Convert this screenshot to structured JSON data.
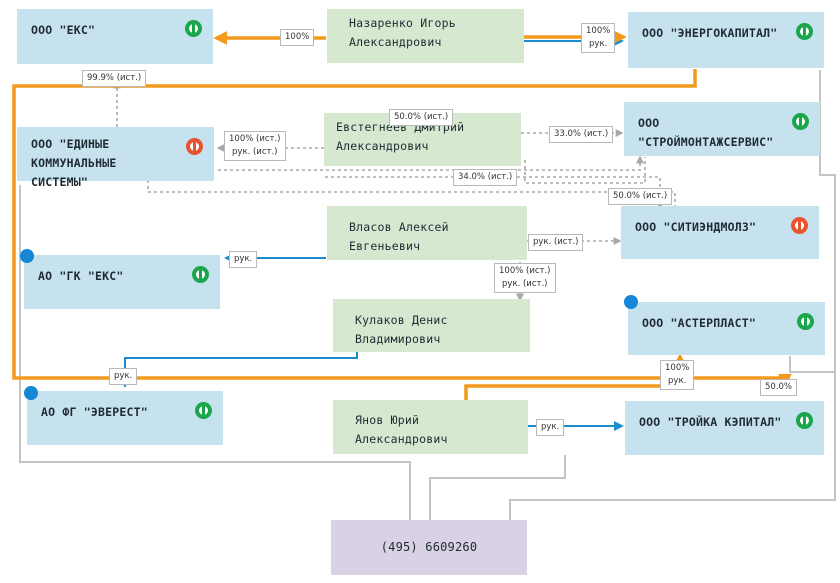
{
  "companies": {
    "eks": {
      "name": "ООО \"ЕКС\"",
      "status": "active"
    },
    "energokapital": {
      "name": "ООО \"ЭНЕРГОКАПИТАЛ\"",
      "status": "active"
    },
    "edinye": {
      "name": "ООО \"ЕДИНЫЕ КОММУНАЛЬНЫЕ СИСТЕМЫ\"",
      "status": "liquidated"
    },
    "stroymontazh": {
      "name": "ООО \"СТРОЙМОНТАЖСЕРВИС\"",
      "status": "active"
    },
    "sitiend": {
      "name": "ООО \"СИТИЭНДМОЛЗ\"",
      "status": "liquidated"
    },
    "gk_eks": {
      "name": "АО \"ГК \"ЕКС\"",
      "status": "active"
    },
    "asterplast": {
      "name": "ООО \"АСТЕРПЛАСТ\"",
      "status": "active"
    },
    "everest": {
      "name": "АО ФГ \"ЭВЕРЕСТ\"",
      "status": "active"
    },
    "troyka": {
      "name": "ООО \"ТРОЙКА КЭПИТАЛ\"",
      "status": "active"
    }
  },
  "persons": {
    "nazarenko": "Назаренко Игорь Александрович",
    "evstegneev": "Евстегнеев Дмитрий Александрович",
    "vlasov": "Власов Алексей Евгеньевич",
    "kulakov": "Кулаков Денис Владимирович",
    "yanov": "Янов Юрий Александрович"
  },
  "phone": "(495) 6609260",
  "labels": {
    "l1": "100%",
    "l2a": "100%",
    "l2b": "рук.",
    "l3": "99.9% (ист.)",
    "l4a": "100% (ист.)",
    "l4b": "рук. (ист.)",
    "l5": "50.0% (ист.)",
    "l6": "33.0% (ист.)",
    "l7": "34.0% (ист.)",
    "l8": "50.0% (ист.)",
    "l9": "рук.",
    "l10": "рук. (ист.)",
    "l11a": "100% (ист.)",
    "l11b": "рук. (ист.)",
    "l12": "рук.",
    "l13a": "100%",
    "l13b": "рук.",
    "l14": "50.0%",
    "l15": "рук."
  },
  "colors": {
    "share_line": "#f39a1e",
    "director_line": "#1a8ccf",
    "historic_line": "#a8a8a8",
    "phone_line": "#c4c4c4",
    "active_status": "#1aa64a",
    "liquidated_status": "#e8532f"
  }
}
